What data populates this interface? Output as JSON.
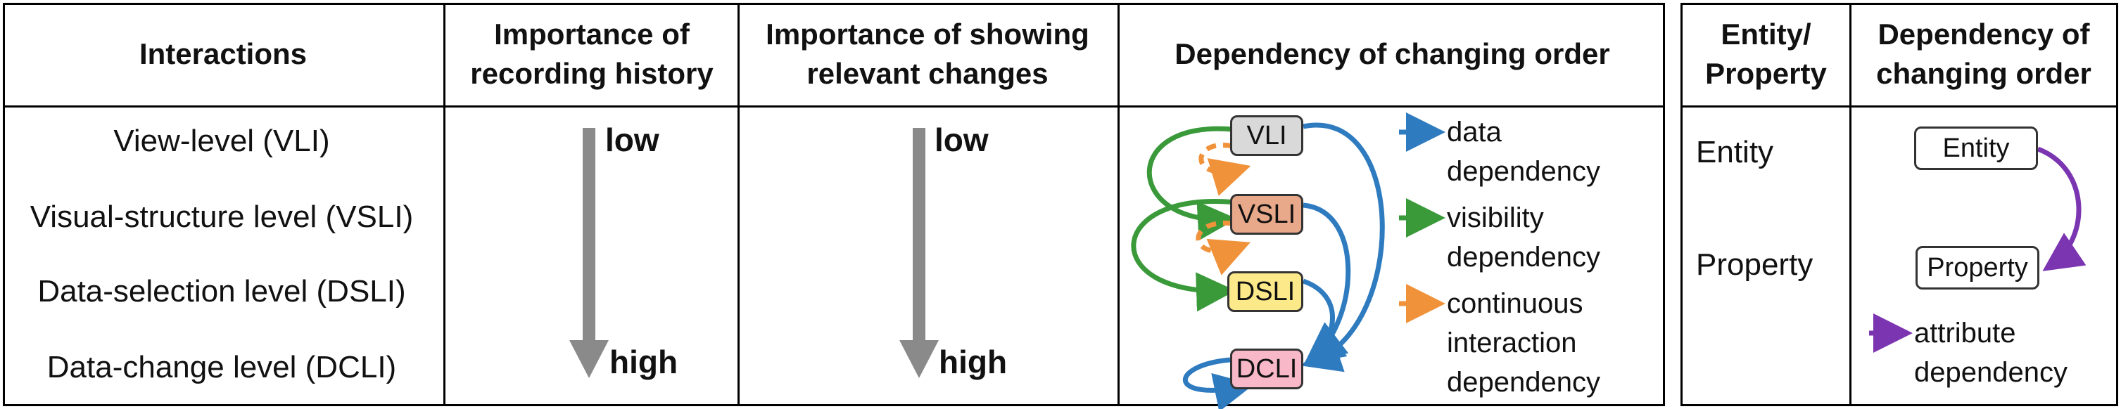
{
  "main_table": {
    "headers": {
      "interactions": "Interactions",
      "recording_history": "Importance of recording history",
      "showing_changes": "Importance of showing relevant changes",
      "dependency_order": "Dependency of changing order"
    },
    "rows": [
      "View-level (VLI)",
      "Visual-structure level (VSLI)",
      "Data-selection level (DSLI)",
      "Data-change level (DCLI)"
    ],
    "recording_history": {
      "low": "low",
      "high": "high"
    },
    "showing_changes": {
      "low": "low",
      "high": "high"
    },
    "diagram": {
      "nodes": [
        "VLI",
        "VSLI",
        "DSLI",
        "DCLI"
      ],
      "node_colors": {
        "VLI": "#d9d9d9",
        "VSLI": "#e8a88a",
        "DSLI": "#fce98a",
        "DCLI": "#f8b8c8"
      },
      "legend": [
        {
          "label": "data dependency",
          "color": "#2f7bbf",
          "style": "solid"
        },
        {
          "label": "visibility dependency",
          "color": "#3a9a3a",
          "style": "solid"
        },
        {
          "label": "continuous interaction dependency",
          "color": "#f0923a",
          "style": "dashed"
        }
      ]
    }
  },
  "side_table": {
    "headers": {
      "entity_property": "Entity/ Property",
      "dependency_order": "Dependency of changing order"
    },
    "rows": [
      "Entity",
      "Property"
    ],
    "diagram": {
      "nodes": [
        "Entity",
        "Property"
      ],
      "legend": {
        "label": "attribute dependency",
        "color": "#7b35b0"
      }
    }
  }
}
